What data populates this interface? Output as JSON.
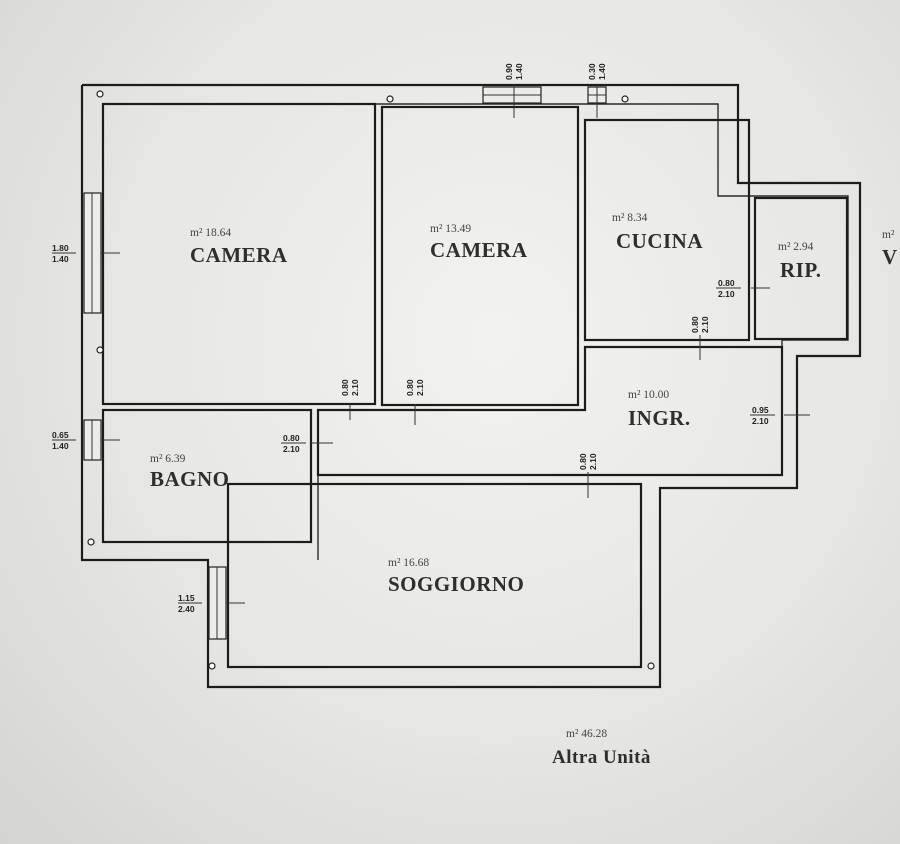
{
  "rooms": {
    "camera1": {
      "name": "CAMERA",
      "area": "m² 18.64"
    },
    "camera2": {
      "name": "CAMERA",
      "area": "m² 13.49"
    },
    "cucina": {
      "name": "CUCINA",
      "area": "m² 8.34"
    },
    "rip": {
      "name": "RIP.",
      "area": "m² 2.94"
    },
    "ingr": {
      "name": "INGR.",
      "area": "m² 10.00"
    },
    "bagno": {
      "name": "BAGNO",
      "area": "m² 6.39"
    },
    "soggiorno": {
      "name": "SOGGIORNO",
      "area": "m² 16.68"
    },
    "altra": {
      "name": "Altra Unità",
      "area": "m² 46.28"
    },
    "partial": {
      "name": "V",
      "area": "m²"
    }
  },
  "openings": {
    "w_camera1_left": {
      "top": "1.80",
      "bottom": "1.40"
    },
    "w_bagno_left": {
      "top": "0.65",
      "bottom": "1.40"
    },
    "w_soggiorno_left": {
      "top": "1.15",
      "bottom": "2.40"
    },
    "w_camera2_top": {
      "top": "0.90",
      "bottom": "1.40"
    },
    "w_cucina_top": {
      "top": "0.30",
      "bottom": "1.40"
    },
    "d_camera1": {
      "top": "0.80",
      "bottom": "2.10"
    },
    "d_camera2": {
      "top": "0.80",
      "bottom": "2.10"
    },
    "d_cucina": {
      "top": "0.80",
      "bottom": "2.10"
    },
    "d_rip": {
      "top": "0.80",
      "bottom": "2.10"
    },
    "d_bagno": {
      "top": "0.80",
      "bottom": "2.10"
    },
    "d_soggiorno": {
      "top": "0.80",
      "bottom": "2.10"
    },
    "d_ingresso": {
      "top": "0.95",
      "bottom": "2.10"
    }
  }
}
